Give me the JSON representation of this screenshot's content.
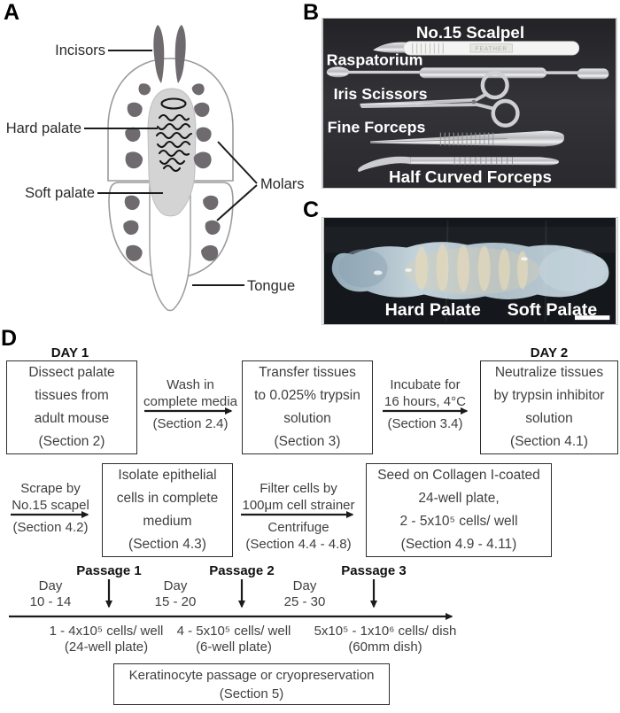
{
  "panels": {
    "a": {
      "label": "A",
      "annotations": {
        "incisors": "Incisors",
        "hard_palate": "Hard palate",
        "soft_palate": "Soft palate",
        "molars": "Molars",
        "tongue": "Tongue"
      }
    },
    "b": {
      "label": "B",
      "tool_labels": {
        "scalpel": "No.15 Scalpel",
        "raspatorium": "Raspatorium",
        "iris_scissors": "Iris Scissors",
        "fine_forceps": "Fine Forceps",
        "half_curved_forceps": "Half Curved Forceps"
      },
      "scalpel_brand": "FEATHER"
    },
    "c": {
      "label": "C",
      "annotations": {
        "hard_palate": "Hard Palate",
        "soft_palate": "Soft Palate"
      }
    },
    "d": {
      "label": "D",
      "headers": {
        "day1": "DAY 1",
        "day2": "DAY 2"
      },
      "boxes": {
        "dissect": "Dissect palate\ntissues from\nadult mouse\n(Section 2)",
        "transfer": "Transfer tissues\nto 0.025% trypsin\nsolution\n(Section 3)",
        "neutralize": "Neutralize tissues\nby trypsin inhibitor\nsolution\n(Section 4.1)",
        "isolate": "Isolate epithelial\ncells in complete\nmedium\n(Section 4.3)",
        "seed": "Seed on Collagen I-coated\n24-well plate,\n2 - 5x10⁵ cells/ well\n(Section 4.9 - 4.11)",
        "keratinocyte": "Keratinocyte passage or cryopreservation\n(Section 5)"
      },
      "arrows": {
        "wash": {
          "above": "Wash in\ncomplete media",
          "below": "(Section 2.4)"
        },
        "incubate": {
          "above": "Incubate for\n16 hours, 4°C",
          "below": "(Section 3.4)"
        },
        "scrape": {
          "above": "Scrape by\nNo.15 scapel",
          "below": "(Section 4.2)"
        },
        "filter": {
          "above": "Filter cells by\n100μm cell strainer",
          "below": "Centrifuge\n(Section 4.4 - 4.8)"
        }
      },
      "timeline": {
        "passages": [
          {
            "label": "Passage 1",
            "day": "Day\n10 - 14",
            "cells": "1 - 4x10⁵ cells/ well\n(24-well plate)"
          },
          {
            "label": "Passage 2",
            "day": "Day\n15 - 20",
            "cells": "4 - 5x10⁵ cells/ well\n(6-well plate)"
          },
          {
            "label": "Passage 3",
            "day": "Day\n25 - 30",
            "cells": "5x10⁵ - 1x10⁶ cells/ dish\n(60mm dish)"
          }
        ]
      }
    }
  },
  "colors": {
    "tooth_gray": "#6e6a6e",
    "palate_gray": "#d4d4d4",
    "outline_gray": "#9b9b9b",
    "flowchart_line": "#1b1b1b",
    "photo_b_background": "#2e2e32",
    "photo_c_background": "#14171b",
    "tissue_blue": "#b4c6d0"
  }
}
